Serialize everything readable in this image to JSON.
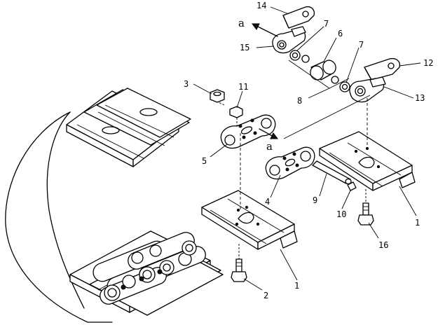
{
  "callouts": {
    "c1a": "1",
    "c1b": "1",
    "c2": "2",
    "c3": "3",
    "c4": "4",
    "c5": "5",
    "c6": "6",
    "c7a": "7",
    "c7b": "7",
    "c8": "8",
    "c9": "9",
    "c10": "10",
    "c11": "11",
    "c12": "12",
    "c13": "13",
    "c14": "14",
    "c15": "15",
    "c16": "16"
  },
  "view_marks": {
    "a_top": "a",
    "a_mid": "a"
  }
}
